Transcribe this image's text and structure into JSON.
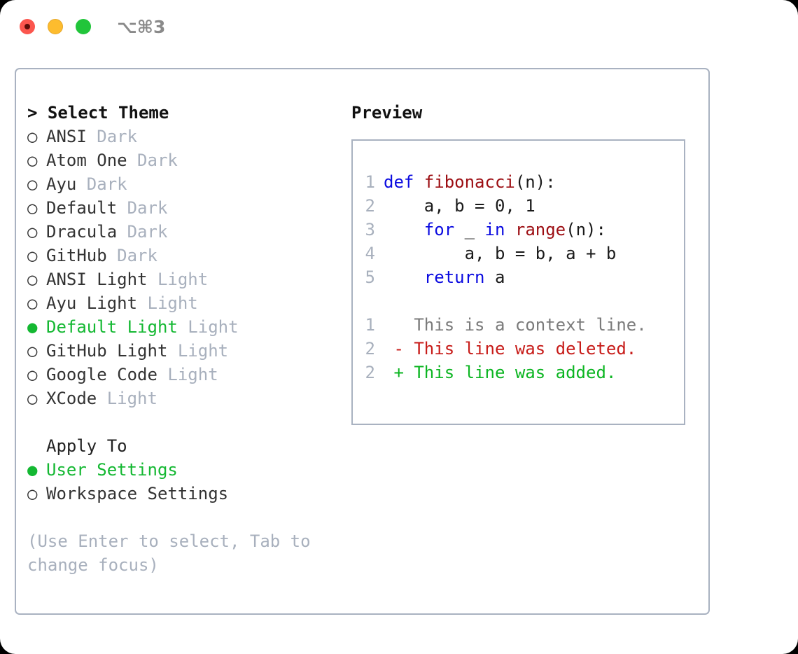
{
  "titlebar": {
    "keybinding": "⌥⌘3",
    "lights": [
      "close-red",
      "minimize-yellow",
      "maximize-green"
    ]
  },
  "theme_selector": {
    "prompt": "> Select Theme",
    "selected_bullet": "●",
    "unselected_bullet": "○",
    "items": [
      {
        "name": "ANSI",
        "tag": "Dark",
        "selected": false
      },
      {
        "name": "Atom One",
        "tag": "Dark",
        "selected": false
      },
      {
        "name": "Ayu",
        "tag": "Dark",
        "selected": false
      },
      {
        "name": "Default",
        "tag": "Dark",
        "selected": false
      },
      {
        "name": "Dracula",
        "tag": "Dark",
        "selected": false
      },
      {
        "name": "GitHub",
        "tag": "Dark",
        "selected": false
      },
      {
        "name": "ANSI Light",
        "tag": "Light",
        "selected": false
      },
      {
        "name": "Ayu Light",
        "tag": "Light",
        "selected": false
      },
      {
        "name": "Default Light",
        "tag": "Light",
        "selected": true
      },
      {
        "name": "GitHub Light",
        "tag": "Light",
        "selected": false
      },
      {
        "name": "Google Code",
        "tag": "Light",
        "selected": false
      },
      {
        "name": "XCode",
        "tag": "Light",
        "selected": false
      }
    ]
  },
  "apply_to": {
    "label": "Apply To",
    "items": [
      {
        "name": "User Settings",
        "selected": true
      },
      {
        "name": "Workspace Settings",
        "selected": false
      }
    ]
  },
  "hint": "(Use Enter to select, Tab to change focus)",
  "preview": {
    "title": "Preview",
    "code_lines": [
      {
        "number": "1",
        "spans": [
          {
            "text": "def ",
            "kind": "keyword"
          },
          {
            "text": "fibonacci",
            "kind": "function"
          },
          {
            "text": "(n):",
            "kind": "plain"
          }
        ]
      },
      {
        "number": "2",
        "spans": [
          {
            "text": "    a, b = 0, 1",
            "kind": "plain"
          }
        ]
      },
      {
        "number": "3",
        "spans": [
          {
            "text": "    ",
            "kind": "plain"
          },
          {
            "text": "for",
            "kind": "keyword"
          },
          {
            "text": " _ ",
            "kind": "plain"
          },
          {
            "text": "in",
            "kind": "keyword"
          },
          {
            "text": " ",
            "kind": "plain"
          },
          {
            "text": "range",
            "kind": "function"
          },
          {
            "text": "(n):",
            "kind": "plain"
          }
        ]
      },
      {
        "number": "4",
        "spans": [
          {
            "text": "        a, b = b, a + b",
            "kind": "plain"
          }
        ]
      },
      {
        "number": "5",
        "spans": [
          {
            "text": "    ",
            "kind": "plain"
          },
          {
            "text": "return",
            "kind": "keyword"
          },
          {
            "text": " a",
            "kind": "plain"
          }
        ]
      }
    ],
    "diff_lines": [
      {
        "number": "1",
        "marker": " ",
        "text": " This is a context line.",
        "kind": "context"
      },
      {
        "number": "2",
        "marker": "-",
        "text": " This line was deleted.",
        "kind": "deleted"
      },
      {
        "number": "2",
        "marker": "+",
        "text": " This line was added.",
        "kind": "added"
      }
    ]
  },
  "colors": {
    "accent_green": "#14b832",
    "border": "#a9b2c1",
    "muted": "#a8b0bd",
    "keyword_blue": "#0b0be0",
    "function_red": "#9c0d12",
    "diff_add_green": "#0bb521",
    "diff_del_red": "#c71b18",
    "diff_ctx_gray": "#7b7b7b"
  }
}
